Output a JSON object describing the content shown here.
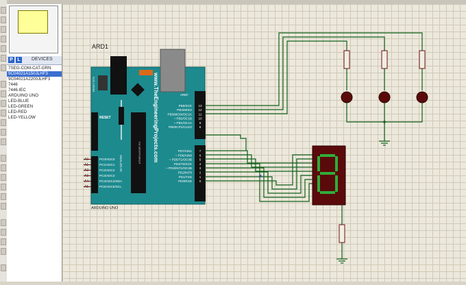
{
  "panel": {
    "tab_p": "P",
    "tab_l": "L",
    "devices_title": "DEVICES",
    "devices": [
      "7SEG-COM-CAT-GRN",
      "9C04021A150JLHF3",
      "9C04021A2200JLHF3",
      "7446",
      "7446.IEC",
      "ARDUINO UNO",
      "LED-BLUE",
      "LED-GREEN",
      "LED-RED",
      "LED-YELLOW"
    ],
    "selected_index": 1
  },
  "schematic": {
    "board_ref": "ARD1",
    "board_name": "ARDUINO UNO",
    "website": "www.TheEngineeringProjects.com",
    "reset_label": "RESET",
    "reset_btn_label": "RESET BTN",
    "aref": "AREF",
    "analog_in": "ANALOG IN",
    "atmega": "ATMEGA328P-PU",
    "left_pins": [
      "PC0/ADC0",
      "PC1/ADC1",
      "PC2/ADC2",
      "PC3/ADC3",
      "PC4/ADC4/SDA",
      "PC5/ADC5/SCL"
    ],
    "left_pin_nums": [
      "A0",
      "A1",
      "A2",
      "A3",
      "A4",
      "A5"
    ],
    "right_pins_top": [
      "PB5/SCK",
      "PB4/MISO",
      "PB3/MOSI/OC2A",
      "~ PB2/OC1B",
      "~ PB1/OC1A",
      "PB0/ICP1/CLKO"
    ],
    "right_nums_top": [
      "13",
      "12",
      "11",
      "10",
      "9",
      "8"
    ],
    "right_pins_bottom": [
      "PD7/AIN1",
      "~ PD6/AIN0",
      "~ PD5/T1/OC0B",
      "PD4/T0/XCK",
      "~ PD3/INT1/OC2B",
      "PD2/INT0",
      "PD1/TXD",
      "PD0/RXD"
    ],
    "right_nums_bottom": [
      "7",
      "6",
      "5",
      "4",
      "3",
      "2",
      "1",
      "0"
    ]
  },
  "colors": {
    "board": "#1d8a8e",
    "wire": "#0f5f1a",
    "component": "#6e1010",
    "segment_on": "#2fae3a"
  }
}
